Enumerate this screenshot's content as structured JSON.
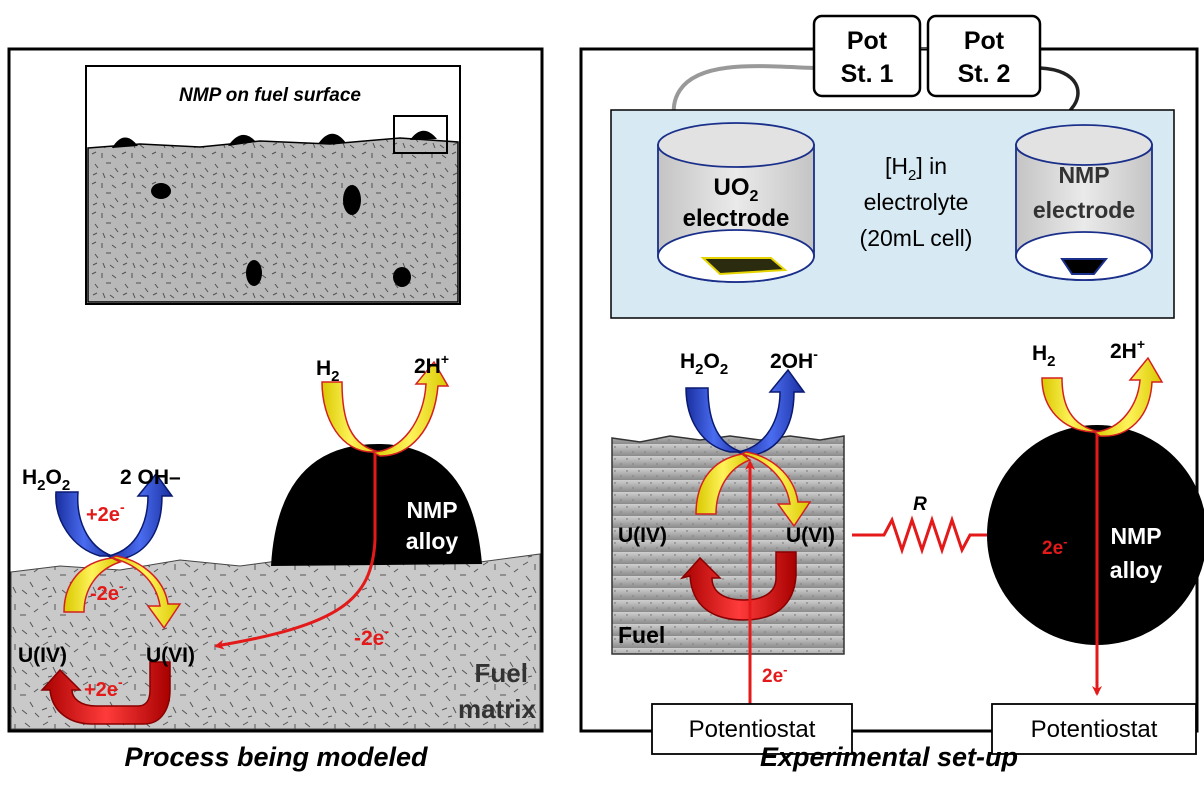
{
  "left_panel": {
    "caption": "Process being modeled",
    "inset_title": "NMP on fuel surface",
    "h2o2_h": "H",
    "h2o2_sub1": "2",
    "h2o2_o": "O",
    "h2o2_sub2": "2",
    "oh_label": "2 OH–",
    "plus2e": "+2e",
    "plus2e_sup": "-",
    "minus2e": "-2e",
    "minus2e_sup": "-",
    "u4": "U(IV)",
    "u6": "U(VI)",
    "plus2e_bottom": "+2e",
    "plus2e_bottom_sup": "-",
    "arrow_minus2e": "-2e",
    "arrow_minus2e_sup": "-",
    "h2_h": "H",
    "h2_sub": "2",
    "h_plus": "2H",
    "h_plus_sup": "+",
    "nmp_line1": "NMP",
    "nmp_line2": "alloy",
    "fuel_line1": "Fuel",
    "fuel_line2": "matrix"
  },
  "right_panel": {
    "caption": "Experimental set-up",
    "pot1_line1": "Pot",
    "pot1_line2": "St. 1",
    "pot2_line1": "Pot",
    "pot2_line2": "St. 2",
    "uo2_u": "UO",
    "uo2_sub": "2",
    "uo2_line2": "electrode",
    "h2_cell_open": "[H",
    "h2_cell_sub": "2",
    "h2_cell_close": "] in",
    "cell_line2": "electrolyte",
    "cell_line3": "(20mL cell)",
    "nmp_el_line1": "NMP",
    "nmp_el_line2": "electrode",
    "h2o2_h": "H",
    "h2o2_sub1": "2",
    "h2o2_o": "O",
    "h2o2_sub2": "2",
    "oh_label": "2OH",
    "oh_sup": "-",
    "h2_h": "H",
    "h2_sub": "2",
    "h_plus": "2H",
    "h_plus_sup": "+",
    "u4": "U(IV)",
    "u6": "U(VI)",
    "resistor": "R",
    "fuel": "Fuel",
    "two_e": "2e",
    "two_e_sup": "-",
    "nmp_2e": "2e",
    "nmp_2e_sup": "-",
    "nmp_line1": "NMP",
    "nmp_line2": "alloy",
    "potentiostat_left": "Potentiostat",
    "potentiostat_right": "Potentiostat"
  },
  "colors": {
    "red": "#e41a1a",
    "blue": "#2244cc",
    "yellow": "#f2e600",
    "cell_bg": "#d7e9f2",
    "fuel_gray": "#b4b4b4"
  }
}
